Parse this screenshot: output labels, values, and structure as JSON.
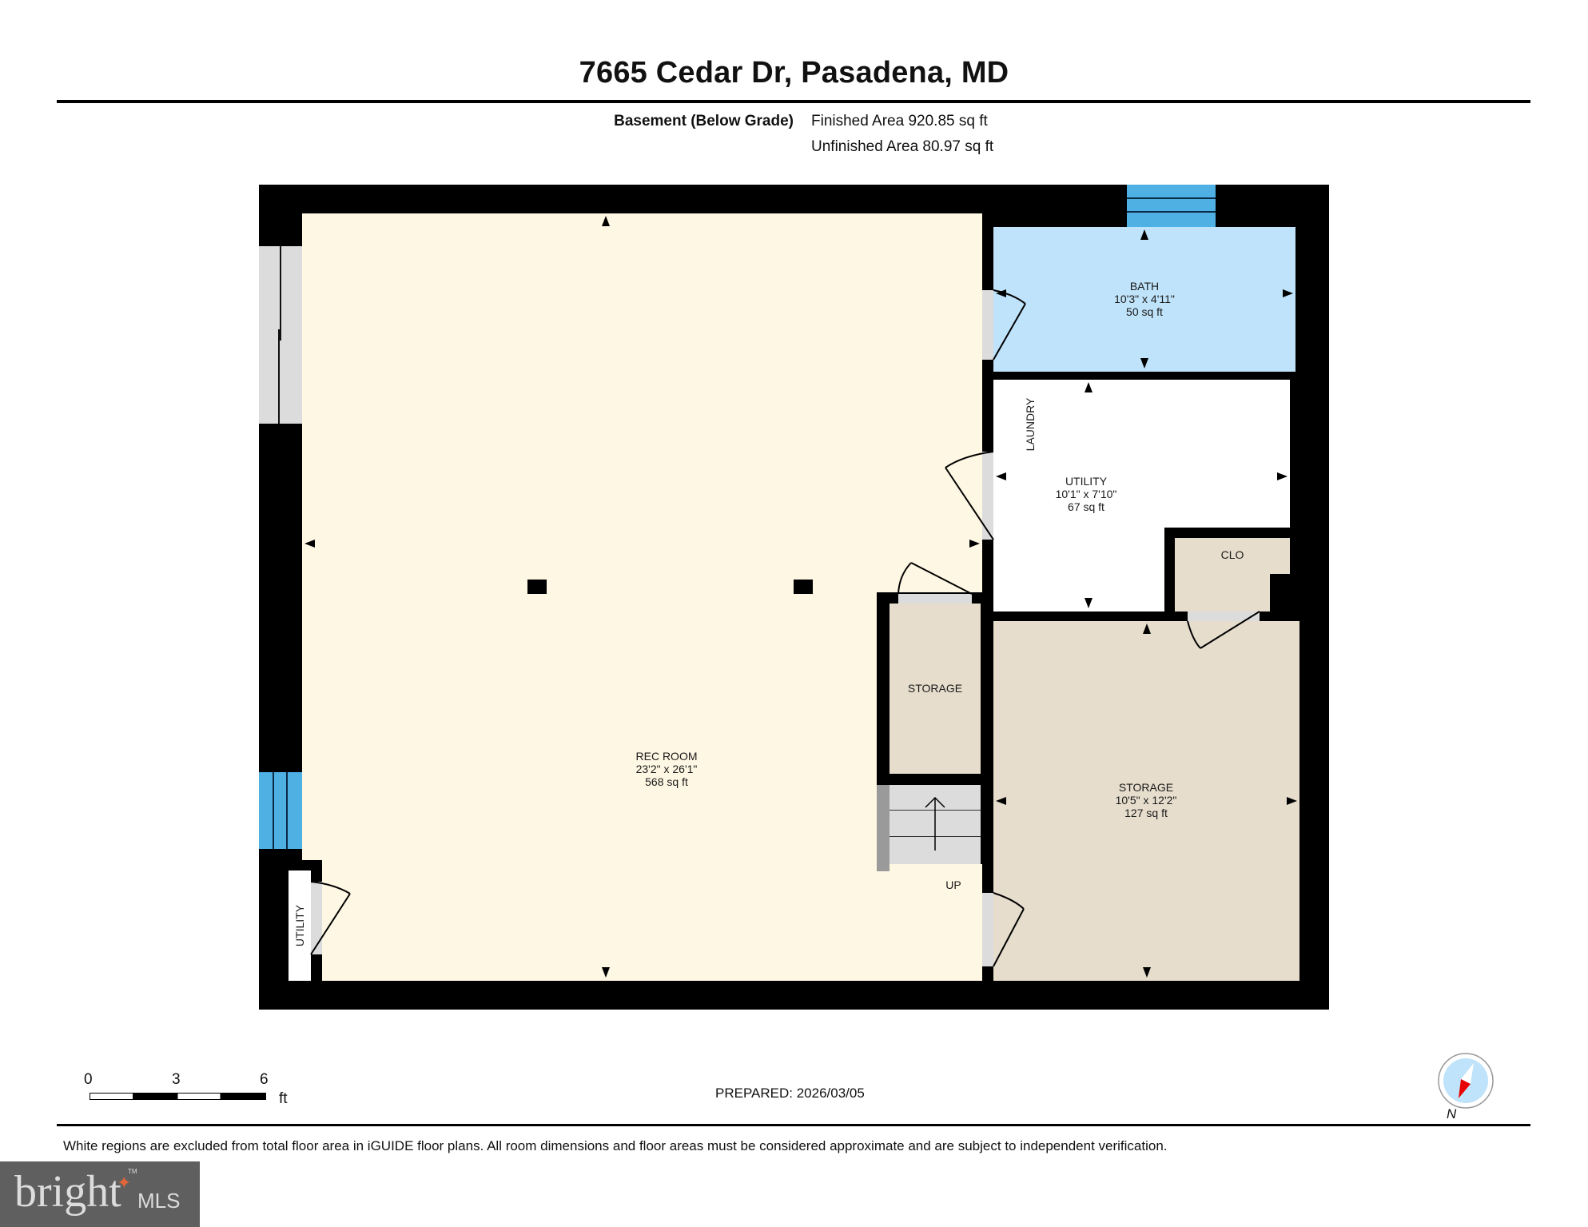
{
  "header": {
    "title": "7665 Cedar Dr, Pasadena, MD"
  },
  "summary": {
    "level_label": "Basement (Below Grade)",
    "finished_area": "Finished Area 920.85 sq ft",
    "unfinished_area": "Unfinished Area 80.97 sq ft"
  },
  "rooms": {
    "rec_room": {
      "name": "REC ROOM",
      "dims": "23'2\" x 26'1\"",
      "area": "568 sq ft"
    },
    "bath": {
      "name": "BATH",
      "dims": "10'3\" x 4'11\"",
      "area": "50 sq ft"
    },
    "utility": {
      "name": "UTILITY",
      "dims": "10'1\" x 7'10\"",
      "area": "67 sq ft",
      "sub_label": "LAUNDRY"
    },
    "closet": {
      "name": "CLO"
    },
    "storage_small": {
      "name": "STORAGE"
    },
    "storage_large": {
      "name": "STORAGE",
      "dims": "10'5\" x 12'2\"",
      "area": "127 sq ft"
    },
    "utility_closet": {
      "name": "UTILITY"
    },
    "stairs": {
      "label": "UP"
    }
  },
  "colors": {
    "rec_room": "#fef7e3",
    "bath": "#bfe3fa",
    "storage": "#e6ddcd",
    "utility": "#ffffff",
    "window_blue": "#4fb0e4",
    "door_gray": "#dddddd",
    "wall": "#000000"
  },
  "scale_bar": {
    "ticks": [
      "0",
      "3",
      "6"
    ],
    "unit": "ft"
  },
  "prepared": "PREPARED: 2026/03/05",
  "compass": {
    "label": "N"
  },
  "disclaimer": "White regions are excluded from total floor area in iGUIDE floor plans. All room dimensions and floor areas must be considered approximate and are subject to independent verification.",
  "logo": {
    "brand": "bright",
    "suffix": "MLS",
    "tm": "TM"
  }
}
